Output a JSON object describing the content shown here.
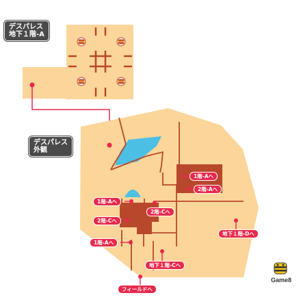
{
  "labels": {
    "palace_b1a": "デスパレス\n地下１階-A",
    "palace_outer": "デスパレス\n外観"
  },
  "tags": {
    "to_1f_a_upper": "1階-Aへ",
    "to_2f_a": "2階-Aへ",
    "to_1f_a_left": "1階-Aへ",
    "to_2f_c_center": "2階-Cへ",
    "to_2f_c_left": "2階-Cへ",
    "to_1f_a_lower": "1階-Aへ",
    "to_b1_d": "地下１階-Dへ",
    "to_b1_c": "地下１階-Cへ",
    "to_field": "フィールドへ"
  },
  "brand": {
    "name": "Game8"
  },
  "colors": {
    "ground": "#fbd599",
    "building": "#b8482c",
    "wall": "#b8482c",
    "water": "#4cbfe4",
    "marker": "#e8294d",
    "label_bg": "#4a4a4a"
  },
  "icons": {
    "chest": "treasure-chest-icon",
    "marker": "location-dot-icon",
    "mascot": "bee-mascot-icon"
  }
}
